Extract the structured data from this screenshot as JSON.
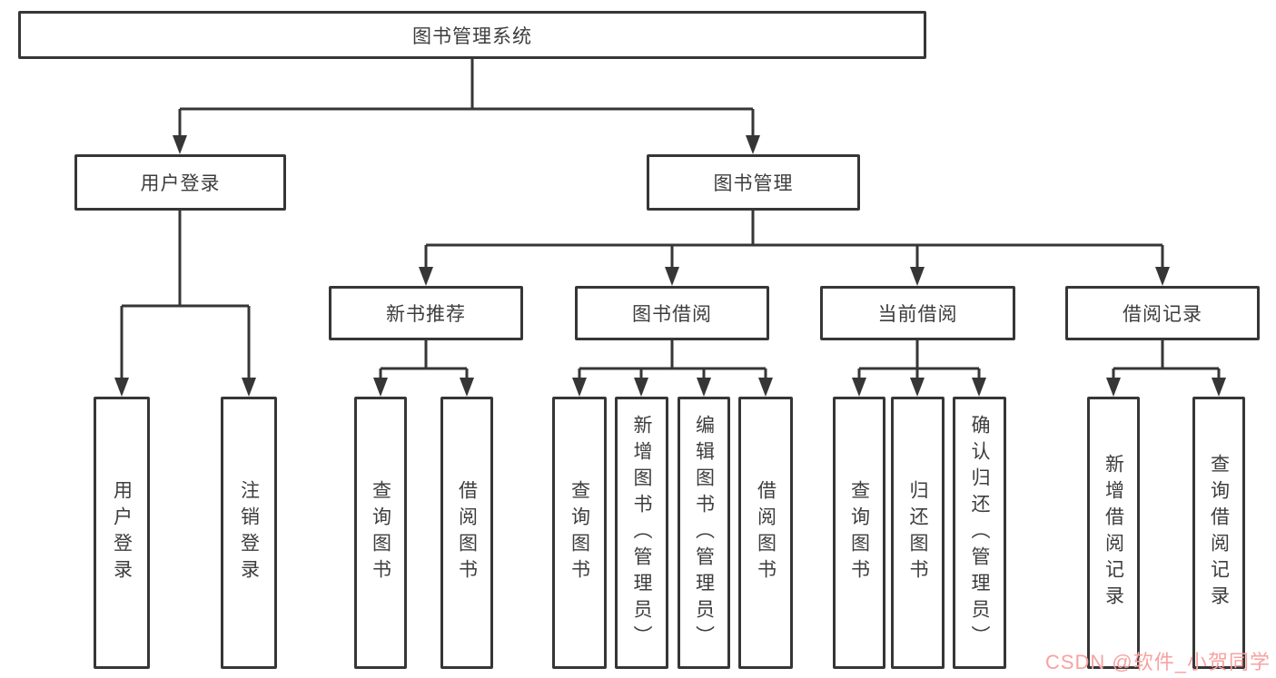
{
  "diagram": {
    "title": "图书管理系统",
    "root": "图书管理系统",
    "branches": [
      {
        "label": "用户登录",
        "children": [
          "用户登录",
          "注销登录"
        ]
      },
      {
        "label": "图书管理",
        "groups": [
          {
            "label": "新书推荐",
            "children": [
              "查询图书",
              "借阅图书"
            ]
          },
          {
            "label": "图书借阅",
            "children": [
              "查询图书",
              "新增图书（管理员）",
              "编辑图书（管理员）",
              "借阅图书"
            ]
          },
          {
            "label": "当前借阅",
            "children": [
              "查询图书",
              "归还图书",
              "确认归还（管理员）"
            ]
          },
          {
            "label": "借阅记录",
            "children": [
              "新增借阅记录",
              "查询借阅记录"
            ]
          }
        ]
      }
    ]
  },
  "watermark": {
    "text": "CSDN @软件_小贺同学",
    "color": "#f7a2a2"
  },
  "colors": {
    "line": "#363636",
    "text": "#3d3d3d",
    "background": "#ffffff"
  }
}
